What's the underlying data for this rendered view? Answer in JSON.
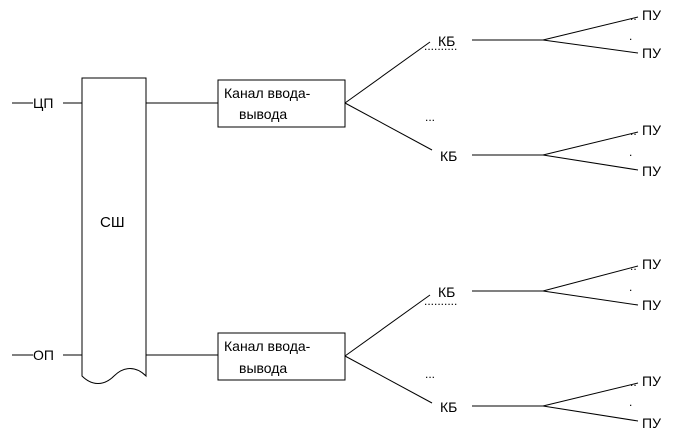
{
  "diagram": {
    "inputs": {
      "cpu": "ЦП",
      "memory": "ОП"
    },
    "bus": {
      "label": "СШ"
    },
    "channels": [
      {
        "line1": "Канал ввода-",
        "line2": "вывода",
        "ellipsis": "...",
        "controllers": [
          {
            "label": "КБ",
            "dots": "..........",
            "devices": [
              "ПУ",
              "ПУ"
            ],
            "device_dots": [
              "..",
              "."
            ]
          },
          {
            "label": "КБ",
            "dots": "",
            "devices": [
              "ПУ",
              "ПУ"
            ],
            "device_dots": [
              "..",
              "."
            ]
          }
        ]
      },
      {
        "line1": "Канал ввода-",
        "line2": "вывода",
        "ellipsis": "...",
        "controllers": [
          {
            "label": "КБ",
            "dots": "..........",
            "devices": [
              "ПУ",
              "ПУ"
            ],
            "device_dots": [
              "..",
              "."
            ]
          },
          {
            "label": "КБ",
            "dots": "",
            "devices": [
              "ПУ",
              "ПУ"
            ],
            "device_dots": [
              "..",
              "."
            ]
          }
        ]
      }
    ]
  }
}
